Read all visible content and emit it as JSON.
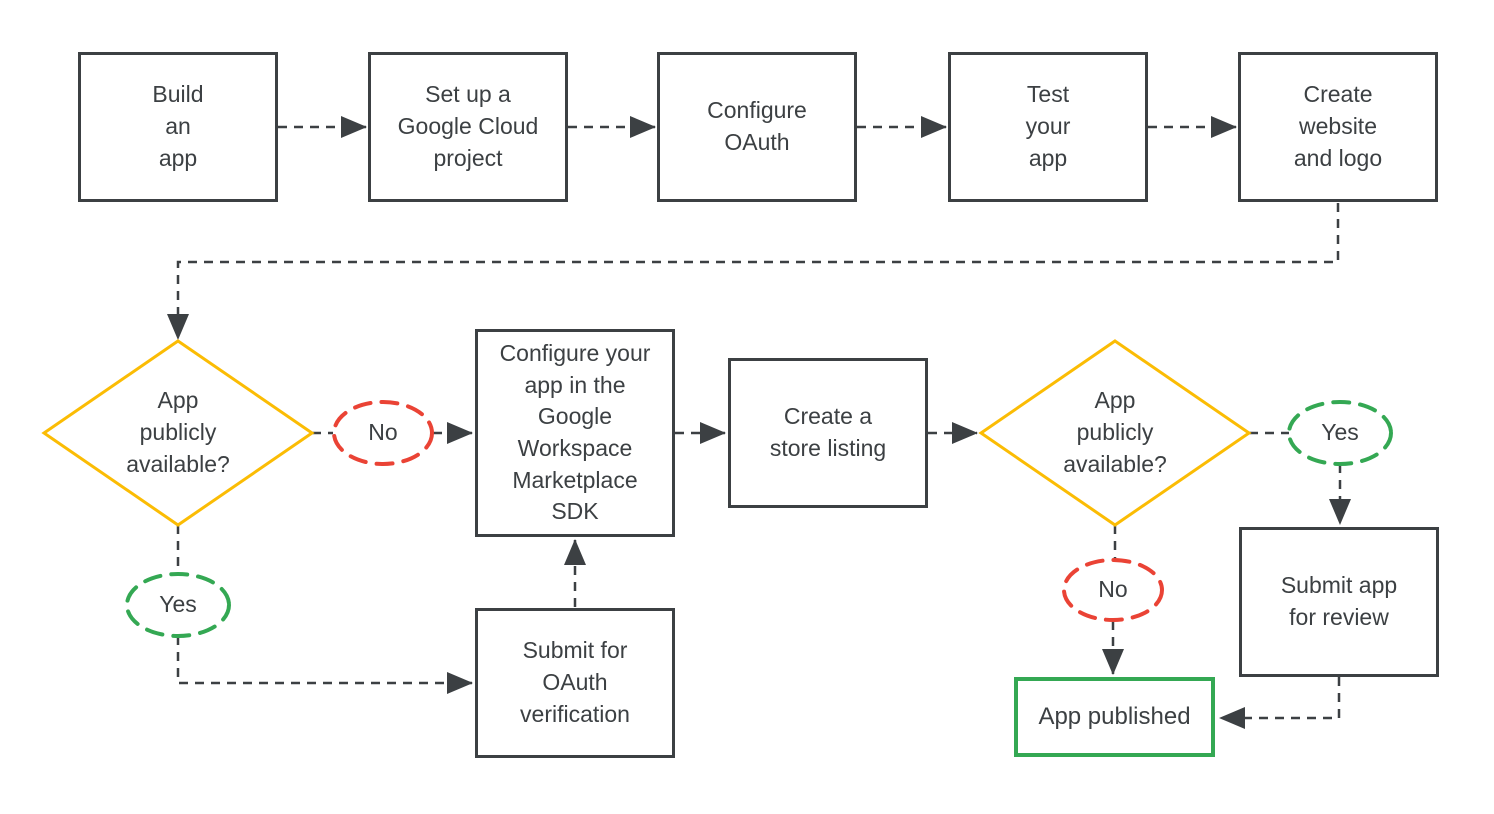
{
  "colors": {
    "charcoal": "#3C4043",
    "yellow": "#FBBC04",
    "green": "#34A853",
    "red": "#EA4335",
    "background": "#FFFFFF"
  },
  "nodes": {
    "build": {
      "shape": "rect",
      "label": "Build\nan\napp"
    },
    "setup": {
      "shape": "rect",
      "label": "Set up a\nGoogle Cloud\nproject"
    },
    "oauth": {
      "shape": "rect",
      "label": "Configure\nOAuth"
    },
    "test": {
      "shape": "rect",
      "label": "Test\nyour\napp"
    },
    "website": {
      "shape": "rect",
      "label": "Create\nwebsite\nand logo"
    },
    "decision1": {
      "shape": "diamond",
      "label": "App\npublicly\navailable?"
    },
    "no1": {
      "shape": "oval",
      "label": "No"
    },
    "yes1": {
      "shape": "oval",
      "label": "Yes"
    },
    "sdk": {
      "shape": "rect",
      "label": "Configure your\napp in the\nGoogle\nWorkspace\nMarketplace\nSDK"
    },
    "store": {
      "shape": "rect",
      "label": "Create a\nstore listing"
    },
    "decision2": {
      "shape": "diamond",
      "label": "App\npublicly\navailable?"
    },
    "yes2": {
      "shape": "oval",
      "label": "Yes"
    },
    "no2": {
      "shape": "oval",
      "label": "No"
    },
    "submit_oauth": {
      "shape": "rect",
      "label": "Submit for\nOAuth\nverification"
    },
    "submit_review": {
      "shape": "rect",
      "label": "Submit app\nfor review"
    },
    "published": {
      "shape": "rect-highlight",
      "label": "App published"
    }
  },
  "edges": [
    {
      "from": "build",
      "to": "setup"
    },
    {
      "from": "setup",
      "to": "oauth"
    },
    {
      "from": "oauth",
      "to": "test"
    },
    {
      "from": "test",
      "to": "website"
    },
    {
      "from": "website",
      "to": "decision1"
    },
    {
      "from": "decision1",
      "to": "sdk",
      "label": "No"
    },
    {
      "from": "decision1",
      "to": "submit_oauth",
      "label": "Yes"
    },
    {
      "from": "submit_oauth",
      "to": "sdk"
    },
    {
      "from": "sdk",
      "to": "store"
    },
    {
      "from": "store",
      "to": "decision2"
    },
    {
      "from": "decision2",
      "to": "submit_review",
      "label": "Yes"
    },
    {
      "from": "decision2",
      "to": "published",
      "label": "No"
    },
    {
      "from": "submit_review",
      "to": "published"
    }
  ]
}
